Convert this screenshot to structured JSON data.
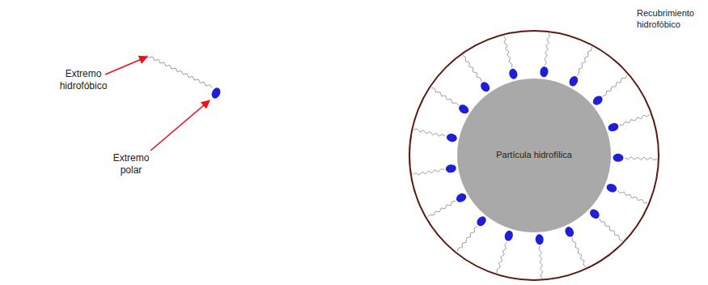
{
  "diagram": {
    "nodes": [
      {
        "text": [
          "Recubrimiento hidrofóbico"
        ]
      },
      {
        "text": [
          "Partícula hidrofílica"
        ],
        "in": 0
      }
    ],
    "labels": [
      "Extremo hidrofóbico",
      "Extremo polar"
    ]
  }
}
